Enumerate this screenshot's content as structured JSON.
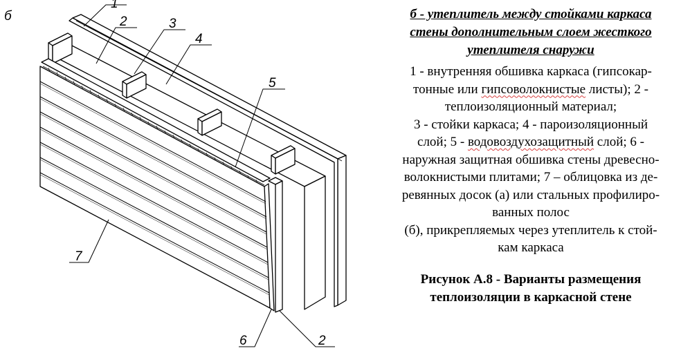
{
  "figure": {
    "variant_letter": "б",
    "callouts": {
      "c1": "1",
      "c2_top": "2",
      "c3": "3",
      "c4": "4",
      "c5": "5",
      "c6": "6",
      "c2_bottom": "2",
      "c7": "7"
    }
  },
  "text": {
    "subtitle_lines": [
      "б - утеплитель между стойками каркаса",
      "стены дополнительным слоем жесткого",
      "утеплителя снаружи"
    ],
    "legend": {
      "l1a": "1 - внутренняя обшивка каркаса (гипсокар-",
      "l1b_pre": "тонные или ",
      "l1b_sq": "гипсоволокнистые",
      "l1b_post": " листы); 2 -",
      "l2": "теплоизоляционный материал;",
      "l3": "3 - стойки каркаса; 4 - пароизоляционный",
      "l4_pre": "слой; 5 - ",
      "l4_sq": "водовоздухозащитный",
      "l4_post": " слой; 6 -",
      "l5": "наружная защитная обшивка стены древесно-",
      "l6": "волокнистыми плитами; 7 – облицовка из де-",
      "l7": "ревянных досок (а) или стальных профилиро-",
      "l8": "ванных полос",
      "l9": "(б), прикрепляемых через утеплитель к стой-",
      "l10": "кам каркаса"
    },
    "caption_lines": [
      "Рисунок А.8 - Варианты размещения",
      "теплоизоляции в каркасной стене"
    ]
  }
}
